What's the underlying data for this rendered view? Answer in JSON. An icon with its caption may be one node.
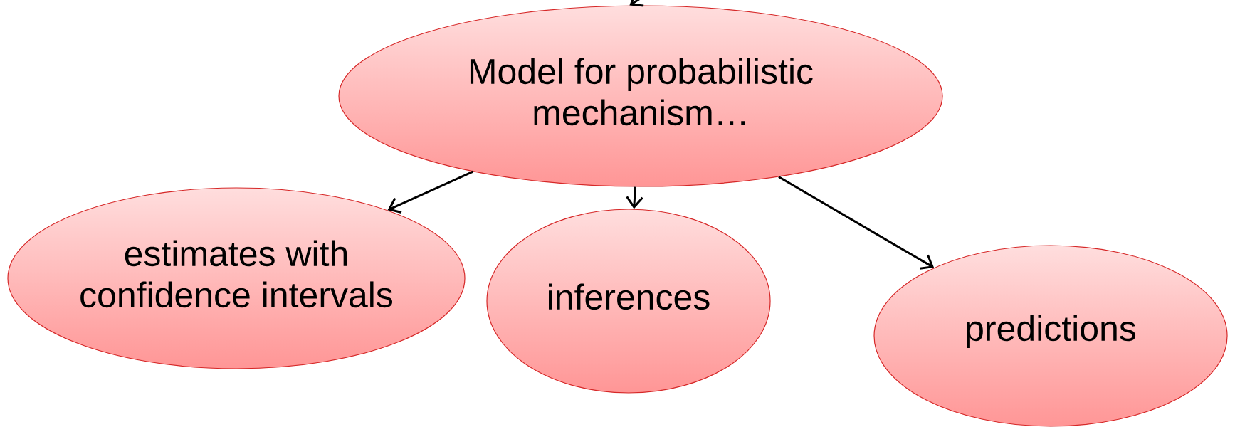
{
  "diagram": {
    "nodes": [
      {
        "text": [
          "Model for probabilistic mechanism…"
        ]
      },
      {
        "text": [
          "estimates with confidence intervals"
        ]
      },
      {
        "text": [
          "inferences"
        ]
      },
      {
        "text": [
          "predictions"
        ]
      }
    ],
    "edges": [
      {
        "from": null,
        "to": 0,
        "arrow": "to"
      },
      {
        "from": 0,
        "to": 1,
        "arrow": "to"
      },
      {
        "from": 0,
        "to": 2,
        "arrow": "to"
      },
      {
        "from": 0,
        "to": 3,
        "arrow": "to"
      }
    ]
  }
}
